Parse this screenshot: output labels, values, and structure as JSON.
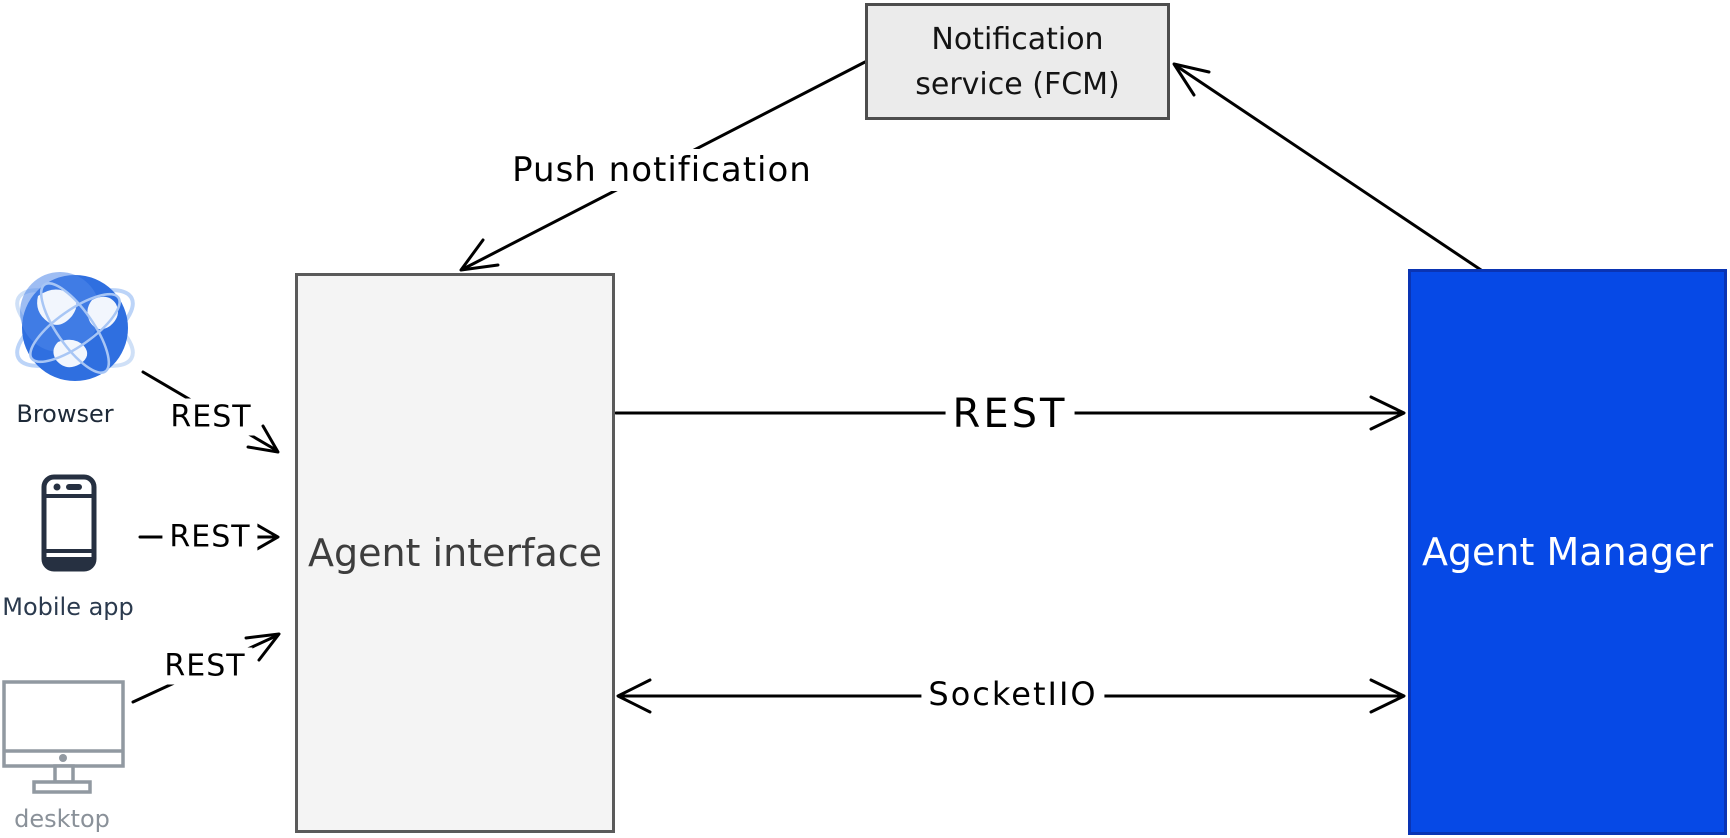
{
  "nodes": {
    "notification_service": {
      "line1": "Notification",
      "line2": "service (FCM)",
      "fill": "#ebebeb",
      "border": "#4d4d4d"
    },
    "agent_interface": {
      "label": "Agent interface",
      "fill": "#f4f4f4",
      "border": "#5a5a5a"
    },
    "agent_manager": {
      "label": "Agent Manager",
      "fill": "#0649e6",
      "border": "#0a34b3",
      "text_color": "#ffffff"
    }
  },
  "clients": [
    {
      "label": "Browser",
      "icon": "globe-icon"
    },
    {
      "label": "Mobile app",
      "icon": "smartphone-icon"
    },
    {
      "label": "desktop",
      "icon": "monitor-icon"
    }
  ],
  "edges": {
    "browser_rest": {
      "label": "REST",
      "from": "browser",
      "to": "agent_interface"
    },
    "mobile_rest": {
      "label": "REST",
      "from": "mobile",
      "to": "agent_interface"
    },
    "desktop_rest": {
      "label": "REST",
      "from": "desktop",
      "to": "agent_interface"
    },
    "rest_mid": {
      "label": "REST",
      "from": "agent_interface",
      "to": "agent_manager"
    },
    "socketio": {
      "label": "SocketIIO",
      "from": "agent_interface",
      "to": "agent_manager",
      "bidirectional": true
    },
    "push": {
      "label": "Push notification",
      "from": "notification_service",
      "to": "agent_interface"
    },
    "manager_to_fcm": {
      "label": "",
      "from": "agent_manager",
      "to": "notification_service"
    }
  },
  "colors": {
    "arrow": "#000000",
    "manager_blue": "#0649e6",
    "manager_border": "#0a34b3",
    "box_gray_fill": "#ebebeb",
    "box_gray_border": "#4d4d4d",
    "mobile_icon": "#263041",
    "desktop_icon": "#9199a1",
    "globe_blue": "#2f6fe0"
  }
}
